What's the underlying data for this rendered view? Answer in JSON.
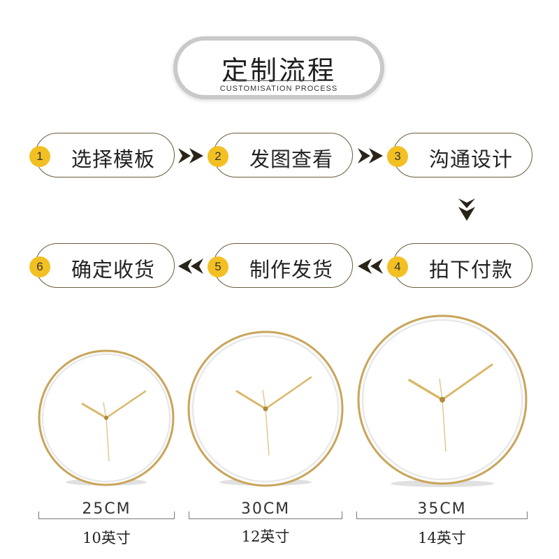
{
  "header": {
    "title": "定制流程",
    "subtitle": "CUSTOMISATION PROCESS"
  },
  "steps": [
    {
      "number": "1",
      "label": "选择模板"
    },
    {
      "number": "2",
      "label": "发图查看"
    },
    {
      "number": "3",
      "label": "沟通设计"
    },
    {
      "number": "4",
      "label": "拍下付款"
    },
    {
      "number": "5",
      "label": "制作发货"
    },
    {
      "number": "6",
      "label": "确定收货"
    }
  ],
  "sizes": [
    {
      "cm": "25CM",
      "inch": "10英寸"
    },
    {
      "cm": "30CM",
      "inch": "12英寸"
    },
    {
      "cm": "35CM",
      "inch": "14英寸"
    }
  ],
  "colors": {
    "accent": "#f3c023",
    "border": "#6b5a3a",
    "arrow": "#2a2418",
    "gold": "#c9a55a"
  }
}
